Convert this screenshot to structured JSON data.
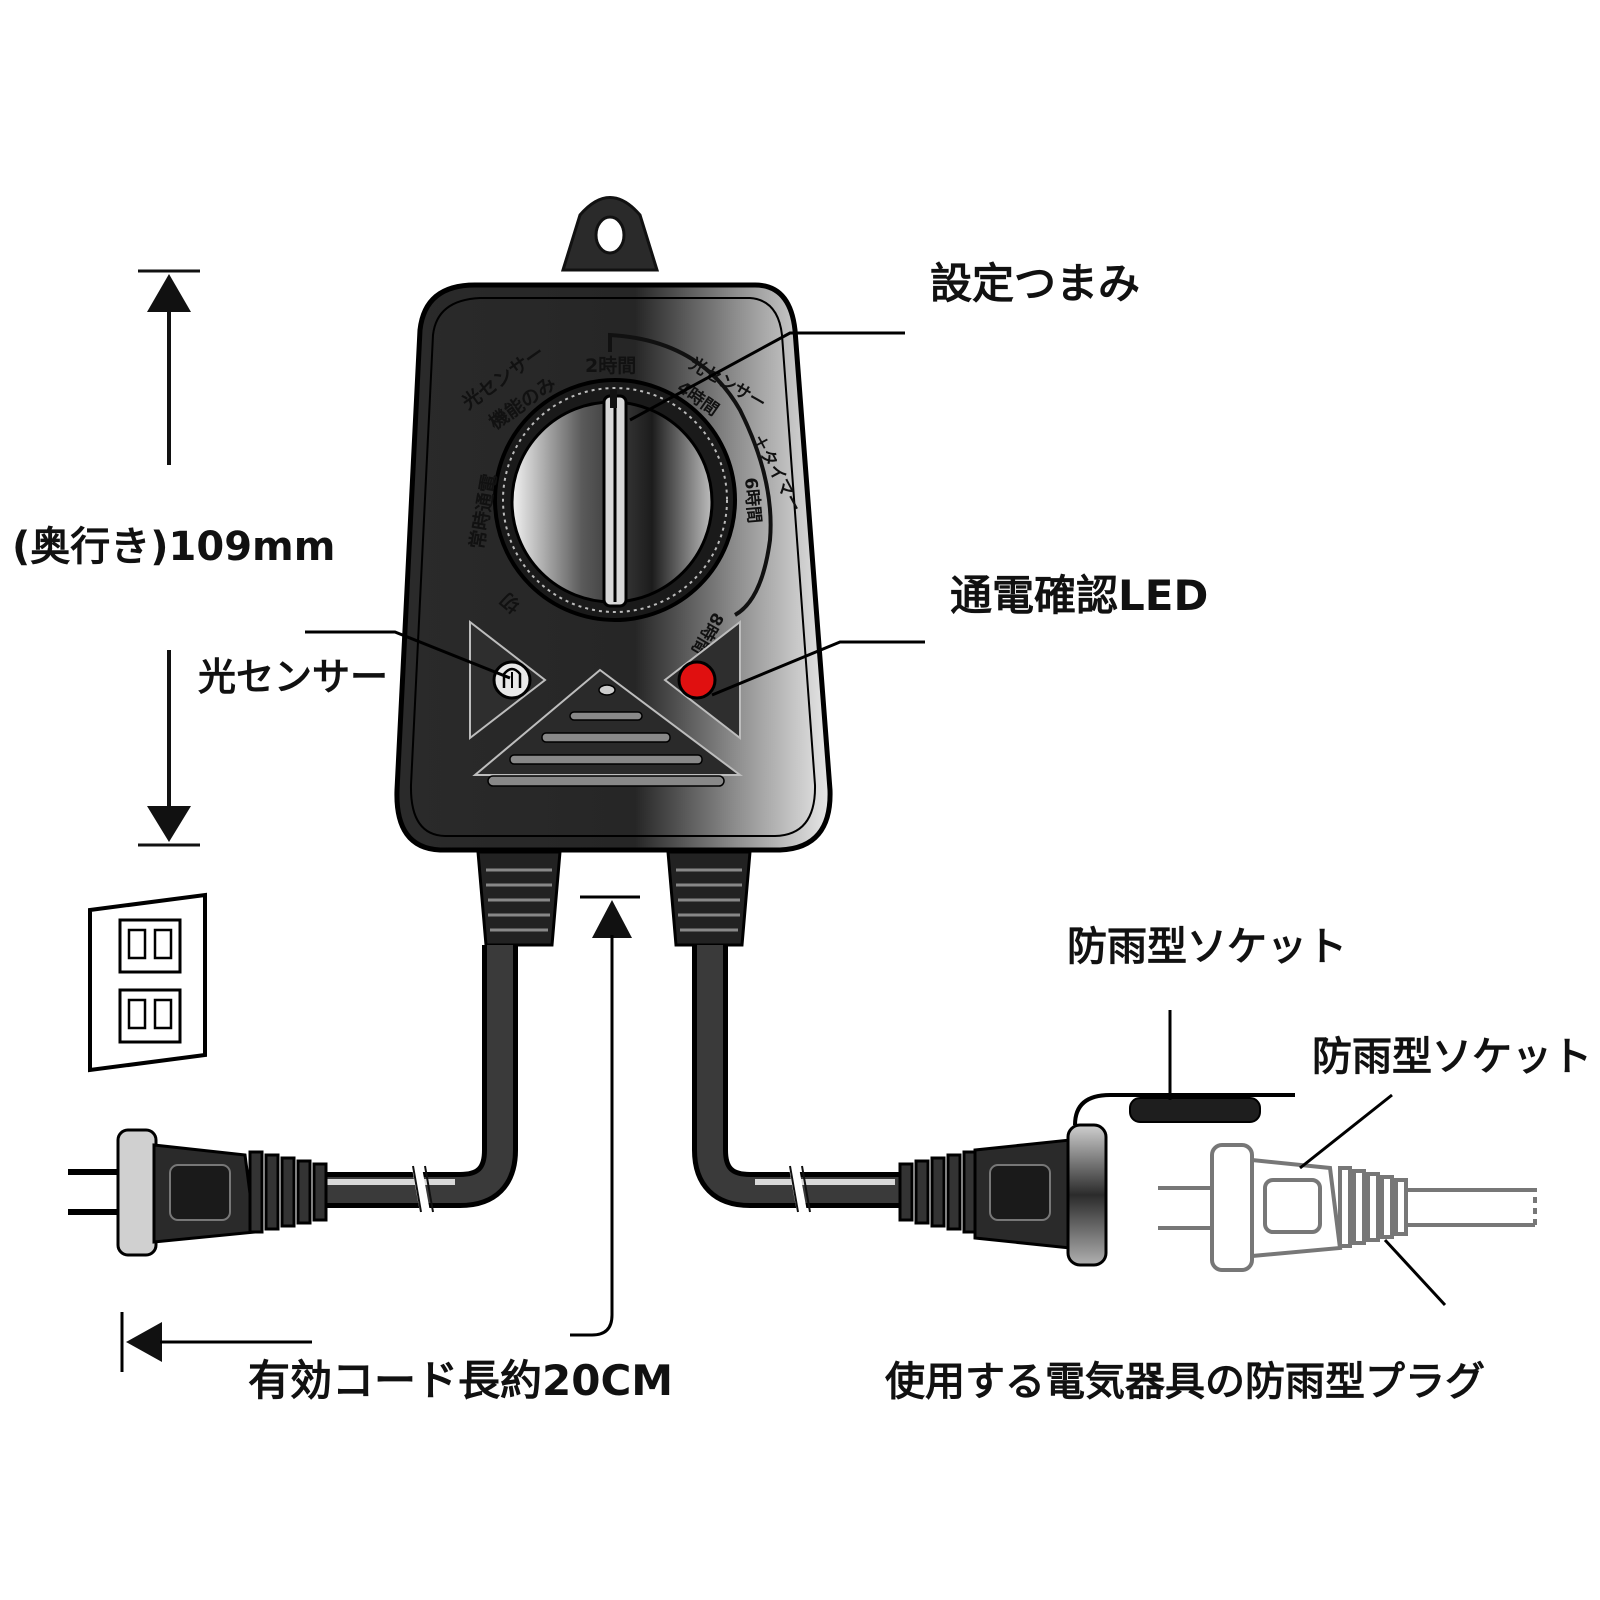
{
  "colors": {
    "ink": "#111111",
    "body_dark": "#1e1e1e",
    "body_light": "#e9e9e9",
    "led": "#e01010",
    "cord": "#1a1a1a",
    "ghost_plug": "#777777"
  },
  "labels": {
    "setting_knob": "設定つまみ",
    "power_led": "通電確認LED",
    "light_sensor": "光センサー",
    "depth": "(奥行き)109mm",
    "cord_length": "有効コード長約20CM",
    "socket_top": "防雨型ソケット",
    "socket_right": "防雨型ソケット",
    "plug_caption": "使用する電気器具の防雨型プラグ"
  },
  "dial": {
    "pos_2h": "2時間",
    "sensor_only_1": "光センサー",
    "sensor_only_2": "機能のみ",
    "always_on": "常時通電",
    "off": "切",
    "sensor_timer_1": "光センサー",
    "sensor_timer_4h": "4時間",
    "sensor_timer_plus": "＋タイマー",
    "sensor_timer_6h": "6時間",
    "sensor_timer_8h": "8時間"
  },
  "icons": {
    "hanger": "hang-hole-icon",
    "sensor": "light-sensor-icon",
    "led": "led-indicator-icon",
    "outlet": "wall-outlet-icon",
    "plug_left": "power-plug-icon",
    "socket": "rainproof-socket-icon",
    "ghost_plug": "appliance-plug-icon"
  }
}
